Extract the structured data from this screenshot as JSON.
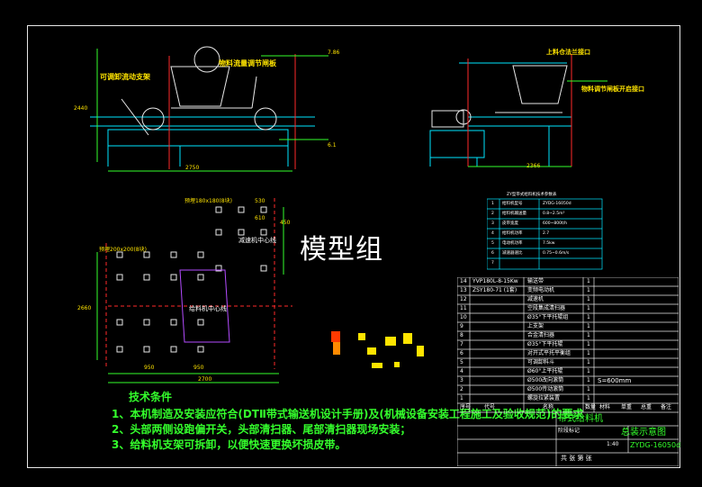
{
  "drawing": {
    "watermark": "模型组",
    "front_view": {
      "callout_left": "可调卸流动支架",
      "callout_right": "物料流量调节闸板",
      "dim_top_right": "7.86",
      "dim_bottom_right": "6.1",
      "dim_height": "2440",
      "dim_bottom": "2750"
    },
    "side_view": {
      "callout_top": "上料仓法兰接口",
      "callout_right": "物料调节闸板开启接口",
      "dim_bottom": "2366"
    },
    "plan_view": {
      "callout_top": "预埋180x180(8块)",
      "callout_left": "预埋200x200(8块)",
      "label_conveyor_center": "减速机中心线",
      "label_feeder_center": "给料机中心线",
      "dims": [
        "530",
        "610",
        "450",
        "950",
        "950",
        "2700",
        "2660"
      ]
    },
    "technical_conditions": {
      "title": "技术条件",
      "lines": [
        "1、本机制造及安装应符合(DTⅡ带式输送机设计手册)及(机械设备安装工程施工及验收规范)的要求",
        "2、头部两侧设跑偏开关，头部清扫器、尾部清扫器现场安装；",
        "3、给料机支架可拆卸，以便快速更换坏损皮带。"
      ]
    },
    "param_table": {
      "title": "ZY型带式给料机技术参数表",
      "rows": [
        {
          "no": "1",
          "name": "给料机型号",
          "value": "ZYDG-16050d"
        },
        {
          "no": "2",
          "name": "给料机输送量",
          "value": "0.8~2.5m³"
        },
        {
          "no": "3",
          "name": "皮带宽度",
          "value": "600~800t/h"
        },
        {
          "no": "4",
          "name": "给料机功率",
          "value": "2.7"
        },
        {
          "no": "5",
          "name": "电动机功率",
          "value": "7.5kw"
        },
        {
          "no": "6",
          "name": "减速器速比",
          "value": "0.75~0.6m/s"
        },
        {
          "no": "7",
          "name": "",
          "value": ""
        }
      ]
    },
    "bom": {
      "rows": [
        {
          "no": "14",
          "code": "YVP180L-8-15Kw",
          "name": "输送带",
          "qty": "1"
        },
        {
          "no": "13",
          "code": "ZSY180-71 (1套)",
          "name": "变频电动机",
          "qty": "1"
        },
        {
          "no": "12",
          "code": "",
          "name": "减速机",
          "qty": "1"
        },
        {
          "no": "11",
          "code": "",
          "name": "空段集成清扫器",
          "qty": "1"
        },
        {
          "no": "10",
          "code": "",
          "name": "Ø35°下平托辊组",
          "qty": "1"
        },
        {
          "no": "9",
          "code": "",
          "name": "上支架",
          "qty": "1"
        },
        {
          "no": "8",
          "code": "",
          "name": "合金清扫器",
          "qty": "1"
        },
        {
          "no": "7",
          "code": "",
          "name": "Ø35°下平托辊",
          "qty": "1"
        },
        {
          "no": "6",
          "code": "",
          "name": "对开式平托平衡组",
          "qty": "1"
        },
        {
          "no": "5",
          "code": "",
          "name": "可调卸料斗",
          "qty": "1"
        },
        {
          "no": "4",
          "code": "",
          "name": "Ø60°上平托辊",
          "qty": "1"
        },
        {
          "no": "3",
          "code": "",
          "name": "Ø500改向滚筒",
          "qty": "1"
        },
        {
          "no": "2",
          "code": "",
          "name": "Ø500传动滚筒",
          "qty": "1"
        },
        {
          "no": "1",
          "code": "",
          "name": "螺旋拉紧装置",
          "qty": "1"
        }
      ],
      "note_s": "S=600mm",
      "header": [
        "序号",
        "代号",
        "名称",
        "数量",
        "材料",
        "单重",
        "总重",
        "备注"
      ]
    },
    "title_block": {
      "product": "带式给料机",
      "drawing_title": "总装示意图",
      "drawing_no": "ZYDG-16050d",
      "scale": "1:40",
      "sheets": "共 张 第 张",
      "stage": "阶段标记"
    }
  },
  "colors": {
    "background": "#000000",
    "frame": "#e8e8e8",
    "text_yellow": "#ffe400",
    "text_green": "#34ff2c",
    "line_cyan": "#00e6ff",
    "line_red": "#ff2a2a"
  }
}
